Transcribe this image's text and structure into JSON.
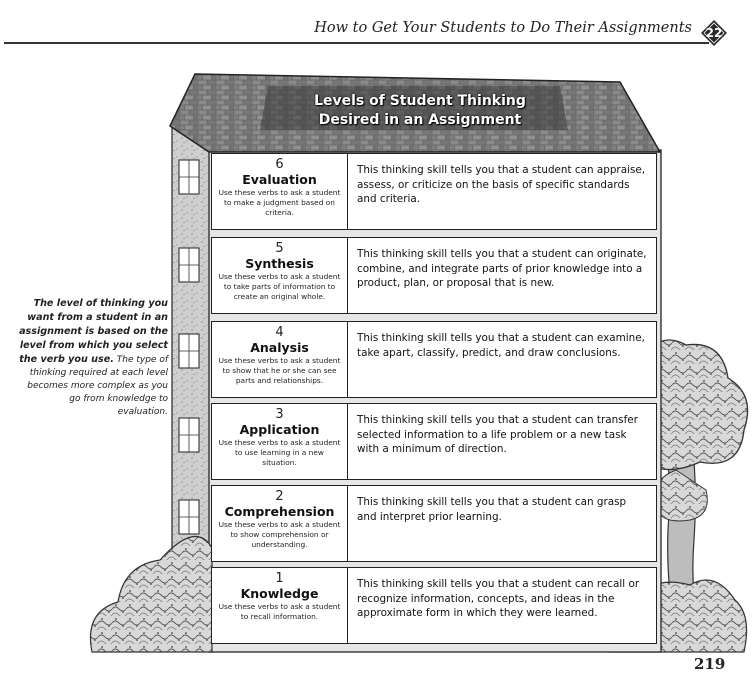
{
  "header": {
    "title": "How to Get Your Students to Do Their Assignments",
    "chapter_number": "22"
  },
  "page_number": "219",
  "figure": {
    "title_line1": "Levels of Student Thinking",
    "title_line2": "Desired in an Assignment"
  },
  "side_note": {
    "bold_text": "The level of thinking you want from a student in an assignment is based on the level from which you select the verb you use.",
    "text": "The type of thinking required at each level becomes more complex as you go from knowledge to evaluation."
  },
  "levels": [
    {
      "number": "6",
      "name": "Evaluation",
      "verb_note": "Use these verbs to ask a student to make a judgment based on criteria.",
      "description": "This thinking skill tells you that a student can appraise, assess, or criticize on the basis of specific standards and criteria."
    },
    {
      "number": "5",
      "name": "Synthesis",
      "verb_note": "Use these verbs to ask a student to take parts of information to create an original whole.",
      "description": "This thinking skill tells you that a student can originate, combine, and integrate parts of prior knowledge into a product, plan, or proposal that is new."
    },
    {
      "number": "4",
      "name": "Analysis",
      "verb_note": "Use these verbs to ask a student to show that he or she can see parts and relationships.",
      "description": "This thinking skill tells you that a student can examine, take apart, classify, predict, and draw conclusions."
    },
    {
      "number": "3",
      "name": "Application",
      "verb_note": "Use these verbs to ask a student to use learning in a new situation.",
      "description": "This thinking skill tells you that a student can transfer selected information to a life problem or a new task with a minimum of direction."
    },
    {
      "number": "2",
      "name": "Comprehension",
      "verb_note": "Use these verbs to ask a student to show comprehension or understanding.",
      "description": "This thinking skill tells you that a student can grasp and interpret prior learning."
    },
    {
      "number": "1",
      "name": "Knowledge",
      "verb_note": "Use these verbs to ask a student to recall information.",
      "description": "This thinking skill tells you that a student can recall or recognize information, concepts, and ideas in the approximate form in which they were learned."
    }
  ]
}
